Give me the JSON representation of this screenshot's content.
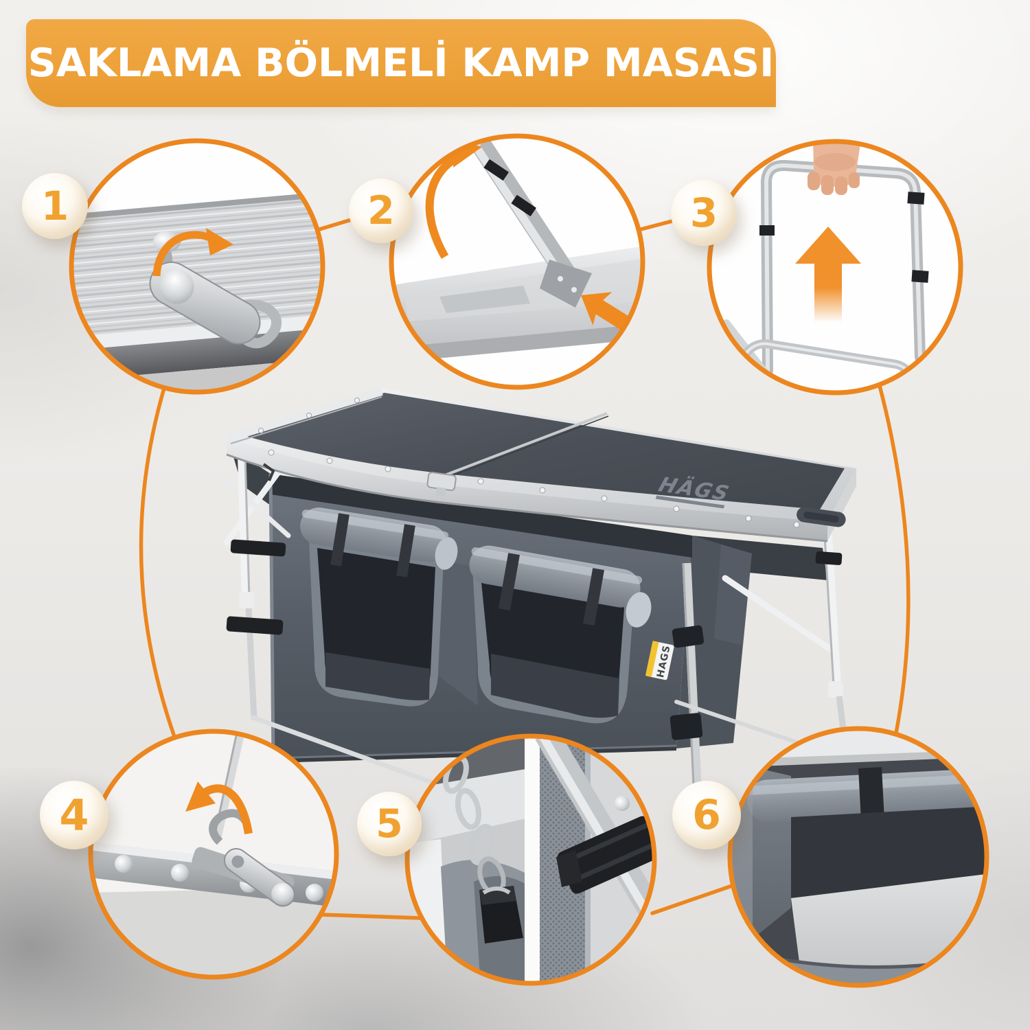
{
  "banner": {
    "title": "SAKLAMA BÖLMELİ KAMP MASASI"
  },
  "colors": {
    "banner_bg": "#EDA139",
    "accent_orange": "#EC861E",
    "arrow_orange": "#EE8A1F",
    "badge_number": "#F0A231",
    "badge_bg": "#FDF7EC",
    "table_top_gray": "#4A5058",
    "fabric_gray": "#5A616B"
  },
  "product": {
    "brand_logo_top": "HÄGS",
    "brand_tag_side": "HAGS"
  },
  "callouts": [
    {
      "number": "1",
      "name": "tabletop-surface-latch-detail"
    },
    {
      "number": "2",
      "name": "folding-leg-corner-bracket-detail"
    },
    {
      "number": "3",
      "name": "folded-leg-frame-carry-detail"
    },
    {
      "number": "4",
      "name": "leg-locking-latch-detail"
    },
    {
      "number": "5",
      "name": "safety-chain-and-velcro-strap-detail"
    },
    {
      "number": "6",
      "name": "storage-compartment-interior-detail"
    }
  ]
}
